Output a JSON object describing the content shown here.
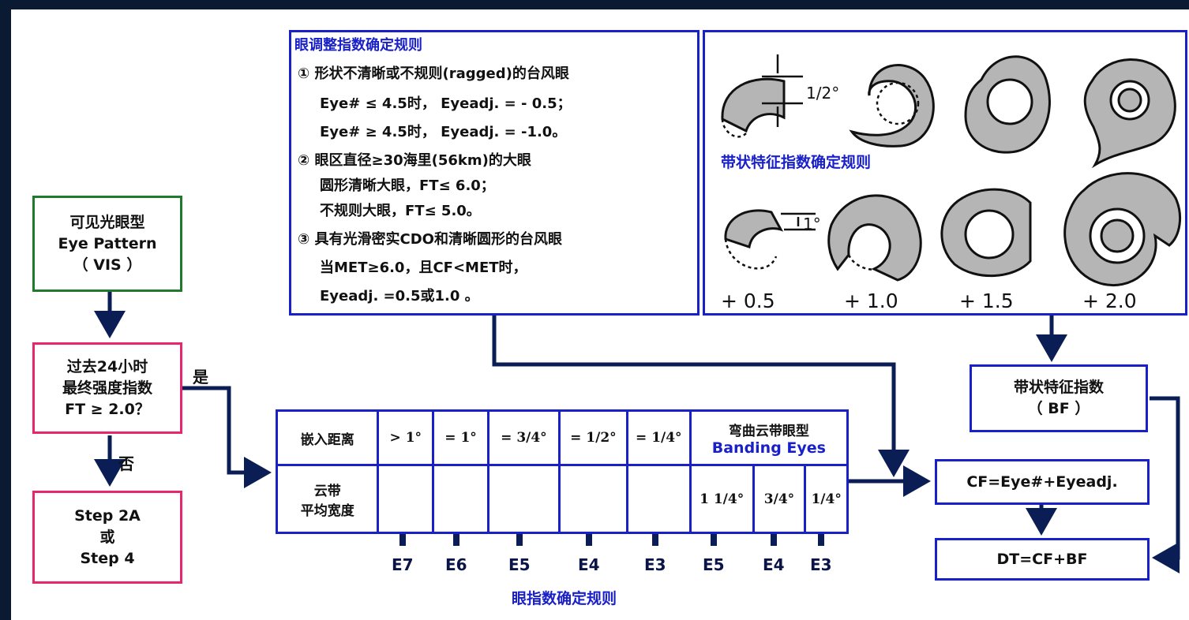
{
  "left_flow": {
    "eye_pattern": {
      "line1": "可见光眼型",
      "line2": "Eye Pattern",
      "line3": "（ VIS ）"
    },
    "ft_question": {
      "line1": "过去24小时",
      "line2": "最终强度指数",
      "line3": "FT ≥ 2.0？"
    },
    "yes_label": "是",
    "no_label": "否",
    "step_box": {
      "line1": "Step 2A",
      "line2": "或",
      "line3": "Step 4"
    }
  },
  "eye_adjust_rules": {
    "title": "眼调整指数确定规则",
    "r1": "① 形状不清晰或不规则(ragged)的台风眼",
    "r1a": "Eye# ≤ 4.5时， Eyeadj. = - 0.5；",
    "r1b": "Eye# ≥ 4.5时， Eyeadj. = -1.0。",
    "r2": "② 眼区直径≥30海里(56km)的大眼",
    "r2a": "圆形清晰大眼，FT≤ 6.0；",
    "r2b": "不规则大眼，FT≤ 5.0。",
    "r3": "③ 具有光滑密实CDO和清晰圆形的台风眼",
    "r3a": "当MET≥6.0，且CF<MET时，",
    "r3b": "Eyeadj. =0.5或1.0 。"
  },
  "banding_rules": {
    "title": "带状特征指数确定规则",
    "half_deg": "1/2°",
    "one_deg": "1°",
    "values": [
      "+ 0.5",
      "+ 1.0",
      "+ 1.5",
      "+ 2.0"
    ]
  },
  "bf_box": {
    "line1": "带状特征指数",
    "line2": "（ BF ）"
  },
  "cf_box": {
    "text": "CF=Eye#+Eyeadj."
  },
  "dt_box": {
    "text": "DT=CF+BF"
  },
  "eye_table": {
    "row1_header": "嵌入距离",
    "row1_cells": [
      "> 1°",
      "= 1°",
      "= 3/4°",
      "= 1/2°",
      "= 1/4°"
    ],
    "banding_header_line1": "弯曲云带眼型",
    "banding_header_line2": "Banding Eyes",
    "row2_header_line1": "云带",
    "row2_header_line2": "平均宽度",
    "row2_banding_cells": [
      "1 1/4°",
      "3/4°",
      "1/4°"
    ],
    "e_labels": [
      "E7",
      "E6",
      "E5",
      "E4",
      "E3",
      "E5",
      "E4",
      "E3"
    ],
    "caption": "眼指数确定规则"
  }
}
